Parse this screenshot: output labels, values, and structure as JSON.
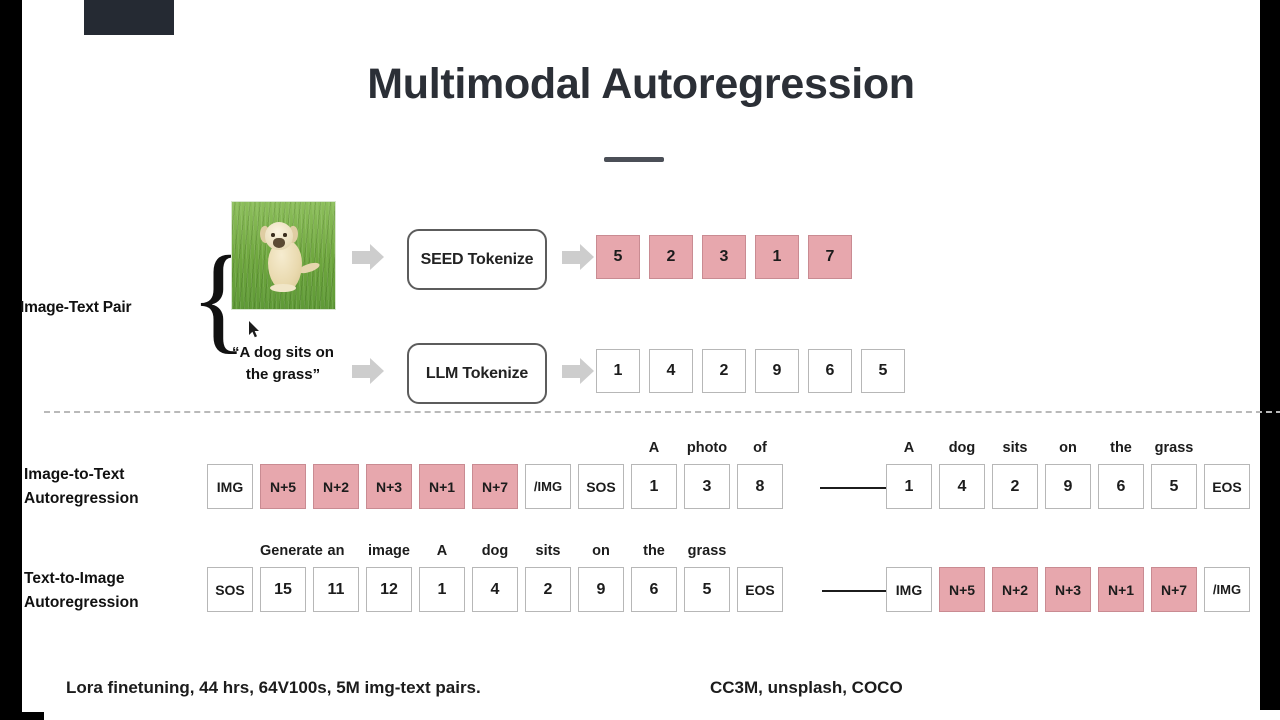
{
  "slide": {
    "title": "Multimodal Autoregression",
    "pair_label": "Image-Text Pair",
    "image_caption": "“A dog sits on\nthe grass”",
    "image_caption_line1": "“A dog sits on",
    "image_caption_line2": "the grass”",
    "photo_alt": "golden-retriever-puppy-on-grass",
    "colors": {
      "pink_token": "#e7a7ad",
      "pink_token_border": "#c98b92",
      "white_token_border": "#b7b7b7",
      "title_text": "#2b2f36",
      "arrow_gray": "#cdcdcd",
      "topbar": "#252a33"
    }
  },
  "pipeline": {
    "seed": {
      "box_label": "SEED Tokenize",
      "tokens": [
        "5",
        "2",
        "3",
        "1",
        "7"
      ]
    },
    "llm": {
      "box_label": "LLM Tokenize",
      "tokens": [
        "1",
        "4",
        "2",
        "9",
        "6",
        "5"
      ]
    }
  },
  "image_to_text": {
    "label_line1": "Image-to-Text",
    "label_line2": "Autoregression",
    "left_tokens": [
      {
        "text": "IMG",
        "pink": false
      },
      {
        "text": "N+5",
        "pink": true
      },
      {
        "text": "N+2",
        "pink": true
      },
      {
        "text": "N+3",
        "pink": true
      },
      {
        "text": "N+1",
        "pink": true
      },
      {
        "text": "N+7",
        "pink": true
      },
      {
        "text": "/IMG",
        "pink": false
      },
      {
        "text": "SOS",
        "pink": false
      },
      {
        "text": "1",
        "pink": false,
        "word": "A"
      },
      {
        "text": "3",
        "pink": false,
        "word": "photo"
      },
      {
        "text": "8",
        "pink": false,
        "word": "of"
      }
    ],
    "right_tokens": [
      {
        "text": "1",
        "pink": false,
        "word": "A"
      },
      {
        "text": "4",
        "pink": false,
        "word": "dog"
      },
      {
        "text": "2",
        "pink": false,
        "word": "sits"
      },
      {
        "text": "9",
        "pink": false,
        "word": "on"
      },
      {
        "text": "6",
        "pink": false,
        "word": "the"
      },
      {
        "text": "5",
        "pink": false,
        "word": "grass"
      },
      {
        "text": "EOS",
        "pink": false
      }
    ]
  },
  "text_to_image": {
    "label_line1": "Text-to-Image",
    "label_line2": "Autoregression",
    "left_tokens": [
      {
        "text": "SOS",
        "pink": false
      },
      {
        "text": "15",
        "pink": false,
        "word": "Generate"
      },
      {
        "text": "11",
        "pink": false,
        "word": "an"
      },
      {
        "text": "12",
        "pink": false,
        "word": "image"
      },
      {
        "text": "1",
        "pink": false,
        "word": "A"
      },
      {
        "text": "4",
        "pink": false,
        "word": "dog"
      },
      {
        "text": "2",
        "pink": false,
        "word": "sits"
      },
      {
        "text": "9",
        "pink": false,
        "word": "on"
      },
      {
        "text": "6",
        "pink": false,
        "word": "the"
      },
      {
        "text": "5",
        "pink": false,
        "word": "grass"
      },
      {
        "text": "EOS",
        "pink": false
      }
    ],
    "right_tokens": [
      {
        "text": "IMG",
        "pink": false
      },
      {
        "text": "N+5",
        "pink": true
      },
      {
        "text": "N+2",
        "pink": true
      },
      {
        "text": "N+3",
        "pink": true
      },
      {
        "text": "N+1",
        "pink": true
      },
      {
        "text": "N+7",
        "pink": true
      },
      {
        "text": "/IMG",
        "pink": false
      }
    ]
  },
  "footer": {
    "left": "Lora finetuning, 44 hrs, 64V100s, 5M img-text pairs.",
    "right": "CC3M, unsplash, COCO"
  }
}
